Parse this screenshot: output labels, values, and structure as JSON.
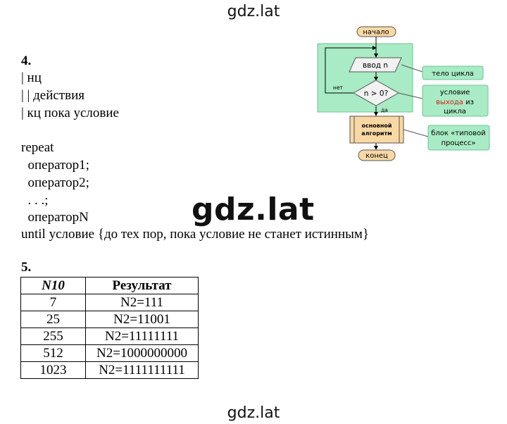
{
  "watermark": "gdz.lat",
  "task4": {
    "number": "4.",
    "lines": [
      "| нц",
      "| | действия",
      "| кц пока условие"
    ],
    "repeat_lines": [
      "repeat",
      "  оператор1;",
      "  оператор2;",
      "  . . .;",
      "  операторN",
      "until условие {до тех пор, пока условие не станет истинным}"
    ]
  },
  "flowchart": {
    "start": "начало",
    "input": "ввод n",
    "condition": "n > 0?",
    "no": "нет",
    "yes": "да",
    "algo_line1": "основной",
    "algo_line2": "алгоритм",
    "end": "конец",
    "callout_body": "тело цикла",
    "callout_cond_1": "условие",
    "callout_cond_2a": "выхода",
    "callout_cond_2b": " из",
    "callout_cond_3": "цикла",
    "callout_proc_1": "блок «типовой",
    "callout_proc_2": "процесс»",
    "colors": {
      "green": "#a8ebc4",
      "red": "#cc2222",
      "beige": "#f9d8a3"
    }
  },
  "task5": {
    "number": "5.",
    "headers": [
      "N10",
      "Результат"
    ],
    "rows": [
      [
        "7",
        "N2=111"
      ],
      [
        "25",
        "N2=11001"
      ],
      [
        "255",
        "N2=11111111"
      ],
      [
        "512",
        "N2=1000000000"
      ],
      [
        "1023",
        "N2=1111111111"
      ]
    ]
  }
}
